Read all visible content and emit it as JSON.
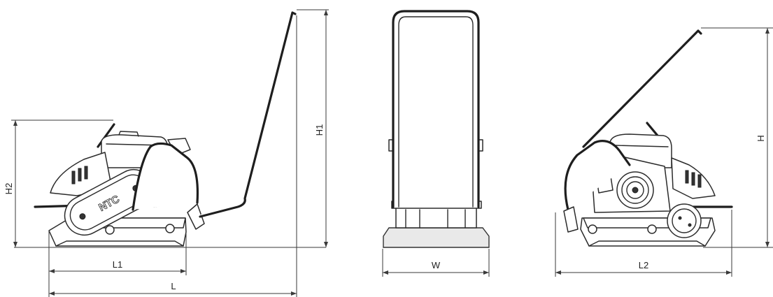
{
  "views": {
    "side_left": {
      "logo": "NTC"
    },
    "front": {},
    "side_right": {}
  },
  "dimensions": {
    "L": "L",
    "L1": "L1",
    "L2": "L2",
    "W": "W",
    "H": "H",
    "H1": "H1",
    "H2": "H2"
  },
  "colors": {
    "line": "#2b2b2b",
    "background": "#ffffff"
  }
}
